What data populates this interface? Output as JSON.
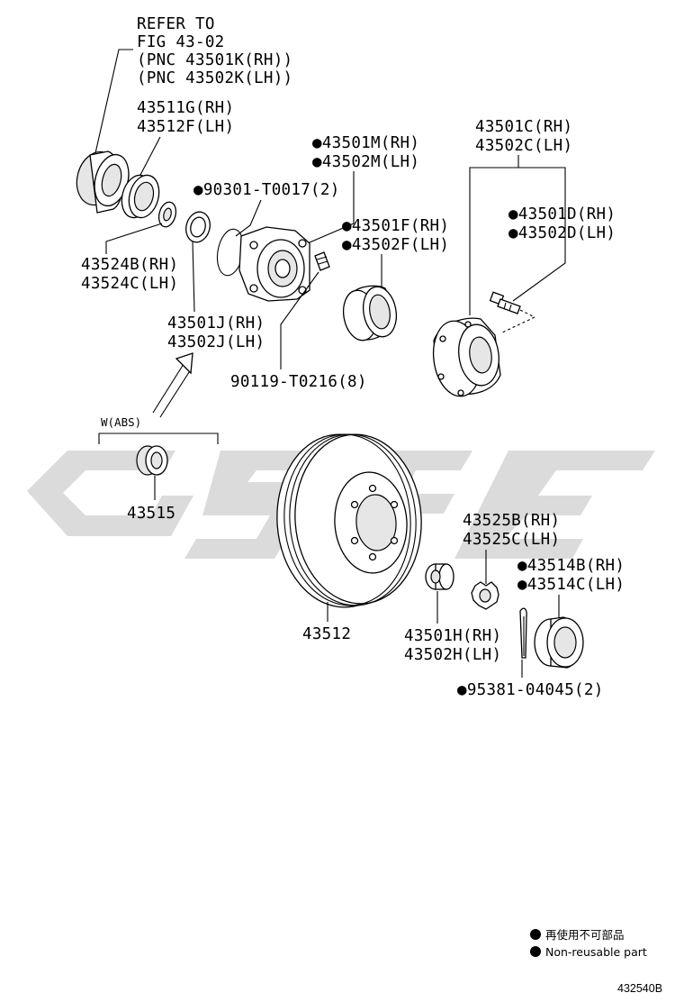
{
  "labels": {
    "refer_line1": "REFER TO",
    "refer_line2": "FIG 43-02",
    "refer_line3": "(PNC 43501K(RH))",
    "refer_line4": "(PNC 43502K(LH))",
    "p43511g": "43511G(RH)",
    "p43512f": "43512F(LH)",
    "p43501m": "43501M(RH)",
    "p43502m": "43502M(LH)",
    "p90301": "90301-T0017(2)",
    "p43501c": "43501C(RH)",
    "p43502c": "43502C(LH)",
    "p43501f": "43501F(RH)",
    "p43502f": "43502F(LH)",
    "p43501d": "43501D(RH)",
    "p43502d": "43502D(LH)",
    "p43524b": "43524B(RH)",
    "p43524c": "43524C(LH)",
    "p43501j": "43501J(RH)",
    "p43502j": "43502J(LH)",
    "p90119": "90119-T0216(8)",
    "w_abs": "W(ABS)",
    "p43515": "43515",
    "p43525b": "43525B(RH)",
    "p43525c": "43525C(LH)",
    "p43514b": "43514B(RH)",
    "p43514c": "43514C(LH)",
    "p43512": "43512",
    "p43501h": "43501H(RH)",
    "p43502h": "43502H(LH)",
    "p95381": "95381-04045(2)"
  },
  "legend": {
    "japanese": "再使用不可部品",
    "english": "Non-reusable part"
  },
  "figure_code": "432540B"
}
